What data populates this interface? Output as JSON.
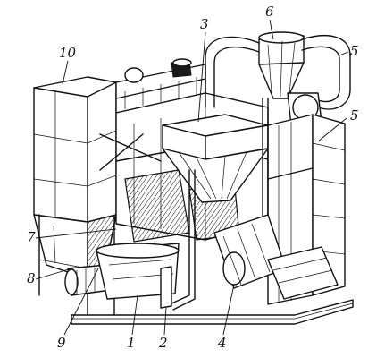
{
  "callouts": [
    {
      "id": "1",
      "label": "1"
    },
    {
      "id": "2",
      "label": "2"
    },
    {
      "id": "3",
      "label": "3"
    },
    {
      "id": "4",
      "label": "4"
    },
    {
      "id": "5a",
      "label": "5"
    },
    {
      "id": "5b",
      "label": "5"
    },
    {
      "id": "6",
      "label": "6"
    },
    {
      "id": "7",
      "label": "7"
    },
    {
      "id": "8",
      "label": "8"
    },
    {
      "id": "9",
      "label": "9"
    },
    {
      "id": "10",
      "label": "10"
    }
  ]
}
